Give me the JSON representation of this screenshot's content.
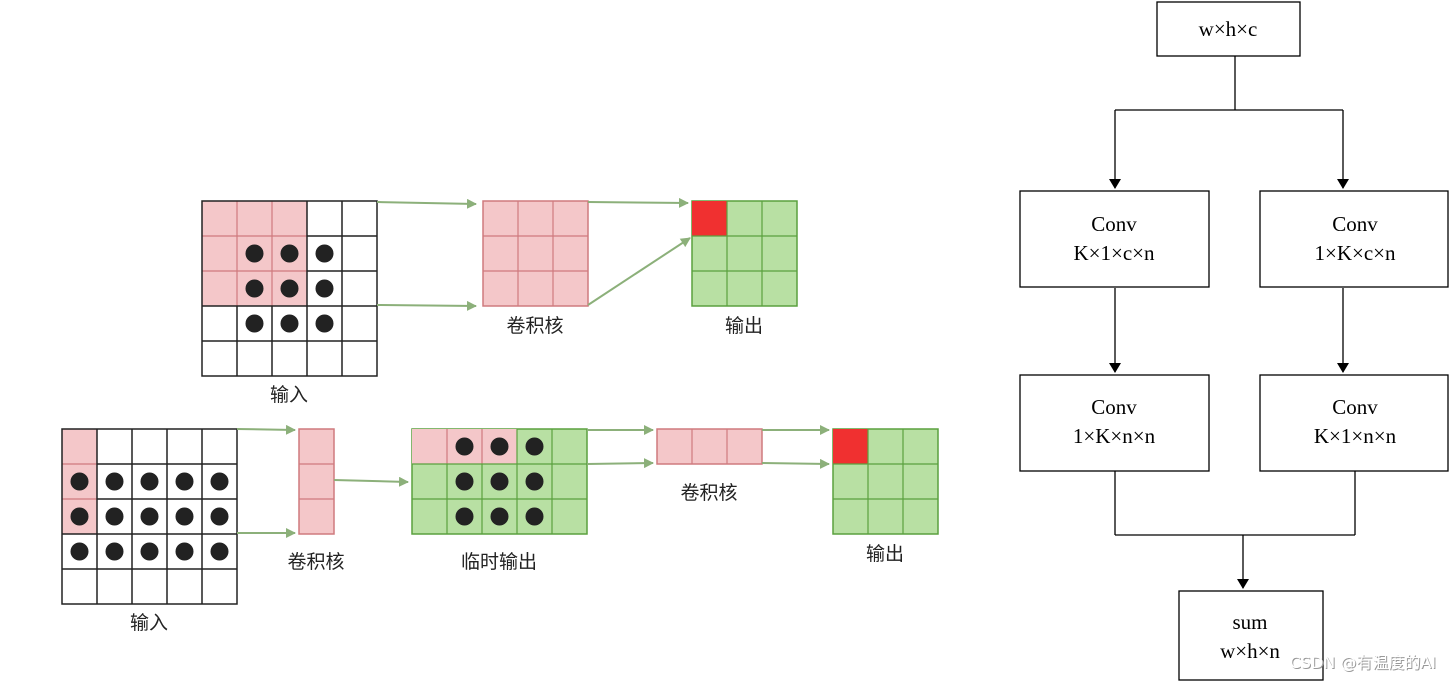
{
  "conv_illustration": {
    "top": {
      "input_label": "输入",
      "kernel_label": "卷积核",
      "output_label": "输出"
    },
    "bottom": {
      "input_label": "输入",
      "kernel1_label": "卷积核",
      "temp_output_label": "临时输出",
      "kernel2_label": "卷积核",
      "output_label": "输出"
    }
  },
  "flowchart": {
    "input_node": "w×h×c",
    "left_conv1": {
      "title": "Conv",
      "dims": "K×1×c×n"
    },
    "right_conv1": {
      "title": "Conv",
      "dims": "1×K×c×n"
    },
    "left_conv2": {
      "title": "Conv",
      "dims": "1×K×n×n"
    },
    "right_conv2": {
      "title": "Conv",
      "dims": "K×1×n×n"
    },
    "sum_node": {
      "title": "sum",
      "dims": "w×h×n"
    }
  },
  "watermark": "CSDN @有温度的AI",
  "colors": {
    "kernel_pink": "#f4c7c9",
    "pink_border": "#cf7a7e",
    "output_green": "#b8e0a3",
    "green_border": "#5aa13e",
    "highlight_red": "#f03030",
    "arrow_green": "#8cb07a"
  }
}
